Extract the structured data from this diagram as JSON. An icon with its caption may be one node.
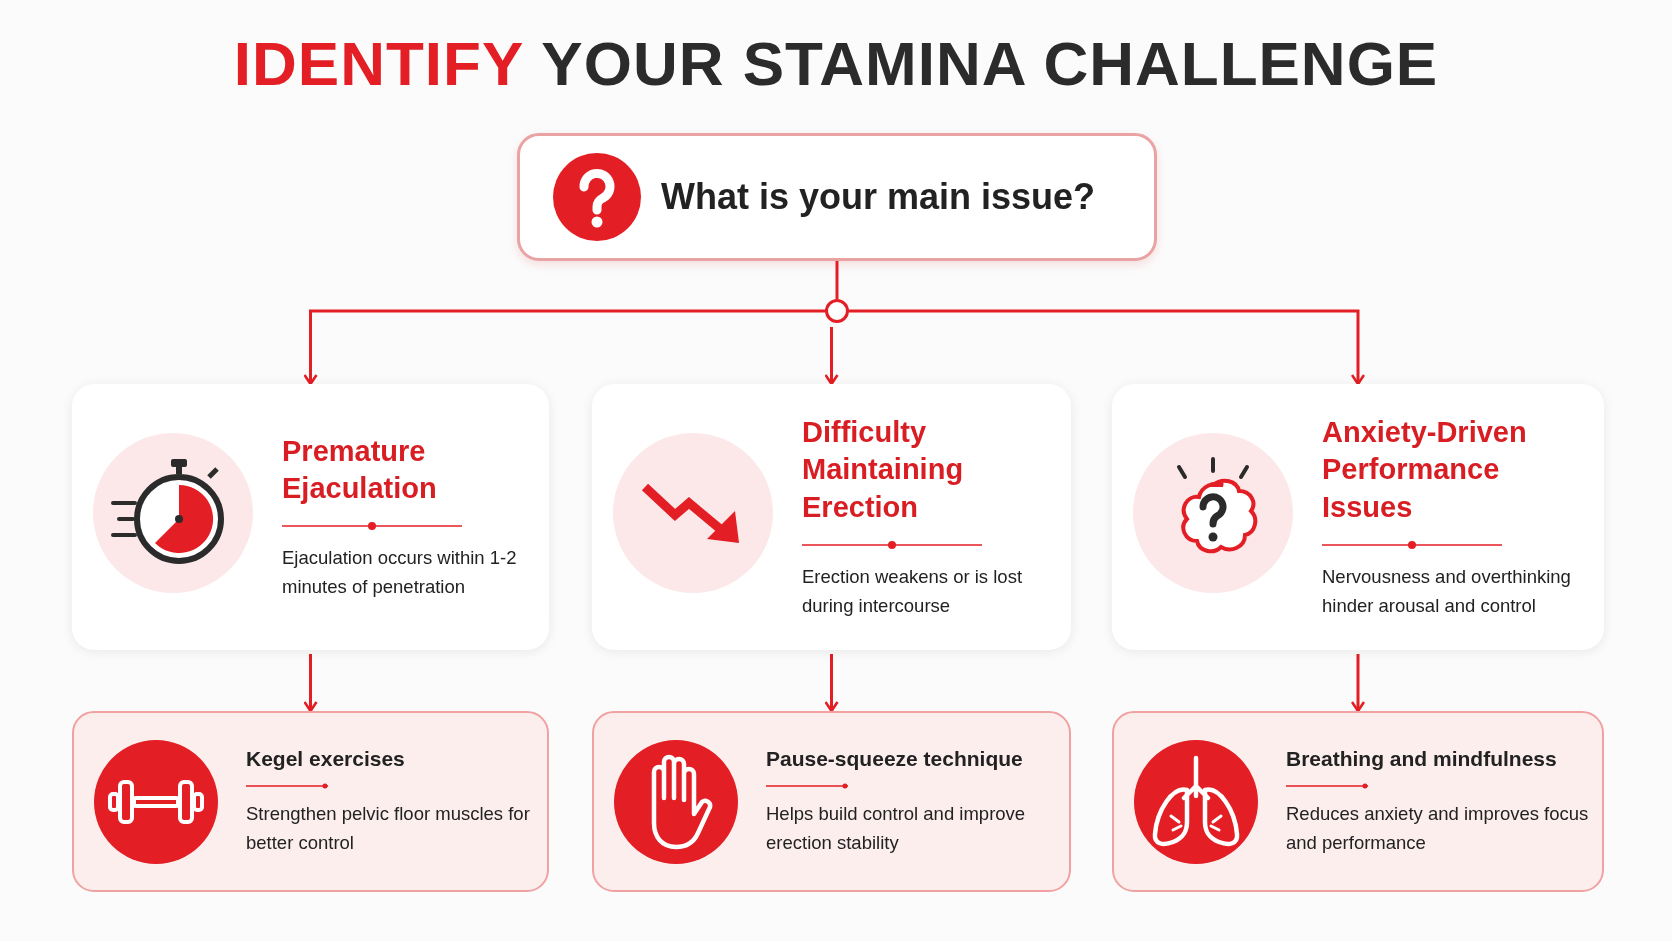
{
  "diagram": {
    "title": "**IDENTIFY** YOUR STAMINA CHALLENGE",
    "nodes": [
      {
        "text": [
          "What is your main issue?"
        ]
      },
      {
        "text": [],
        "shape": "circle"
      },
      {
        "text": [
          "Premature Ejaculation",
          "Ejaculation occurs within 1-2 minutes of penetration"
        ]
      },
      {
        "text": [
          "Difficulty Maintaining Erection",
          "Erection weakens or is lost during intercourse"
        ]
      },
      {
        "text": [
          "Anxiety-Driven Performance Issues",
          "Nervousness and overthinking hinder arousal and control"
        ]
      },
      {
        "text": [
          "Kegel exercises",
          "Strengthen pelvic floor muscles for better control"
        ]
      },
      {
        "text": [
          "Pause-squeeze technique",
          "Helps build control and improve erection stability"
        ]
      },
      {
        "text": [
          "Breathing and mindfulness",
          "Reduces anxiety and improves focus and performance"
        ]
      }
    ],
    "edges": [
      {
        "from": 0,
        "to": 1,
        "arrow": "none"
      },
      {
        "from": 1,
        "to": 2,
        "arrow": "to"
      },
      {
        "from": 1,
        "to": 3,
        "arrow": "to"
      },
      {
        "from": 1,
        "to": 4,
        "arrow": "to"
      },
      {
        "from": 2,
        "to": 5,
        "arrow": "to"
      },
      {
        "from": 3,
        "to": 6,
        "arrow": "to"
      },
      {
        "from": 4,
        "to": 7,
        "arrow": "to"
      }
    ]
  }
}
